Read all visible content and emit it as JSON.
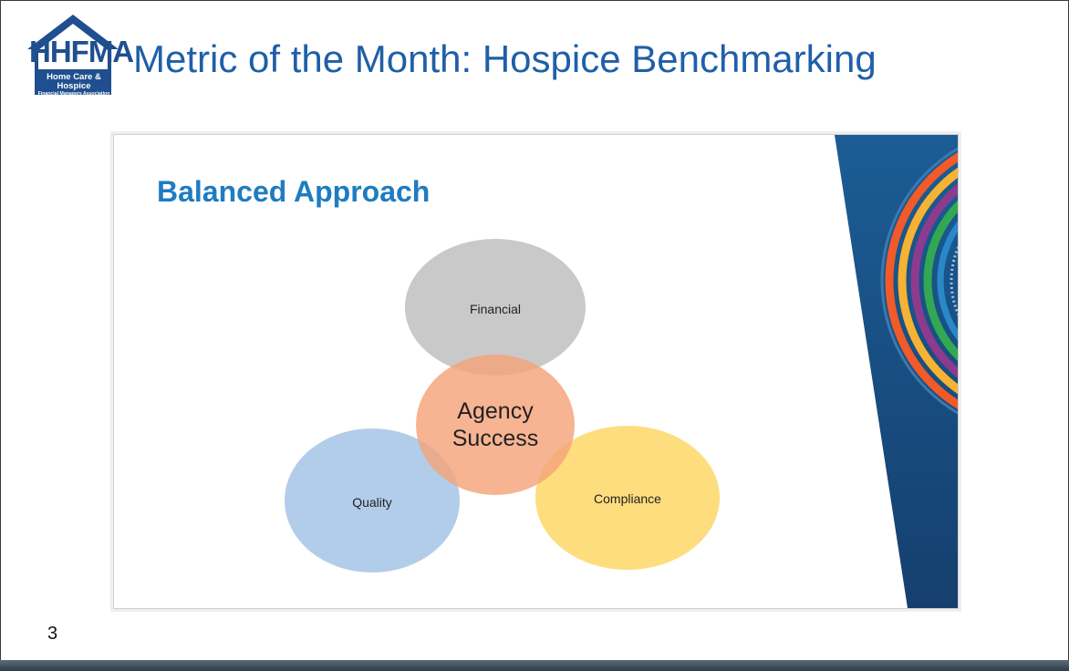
{
  "header": {
    "logo": {
      "mark": "HHFMA",
      "line1": "Home Care & Hospice",
      "line2": "Financial Managers Association",
      "color": "#1f4f8e"
    },
    "title": "Metric of the Month: Hospice Benchmarking",
    "title_color": "#1f5fa8"
  },
  "slide": {
    "title": "Balanced Approach",
    "title_color": "#1e7cc1",
    "diagram": {
      "center": {
        "line1": "Agency",
        "line2": "Success",
        "color": "#f4a47a"
      },
      "top": {
        "label": "Financial",
        "color": "#bcbcbc"
      },
      "left": {
        "label": "Quality",
        "color": "#9fc0e4"
      },
      "right": {
        "label": "Compliance",
        "color": "#fdd45c"
      }
    }
  },
  "page_number": "3"
}
